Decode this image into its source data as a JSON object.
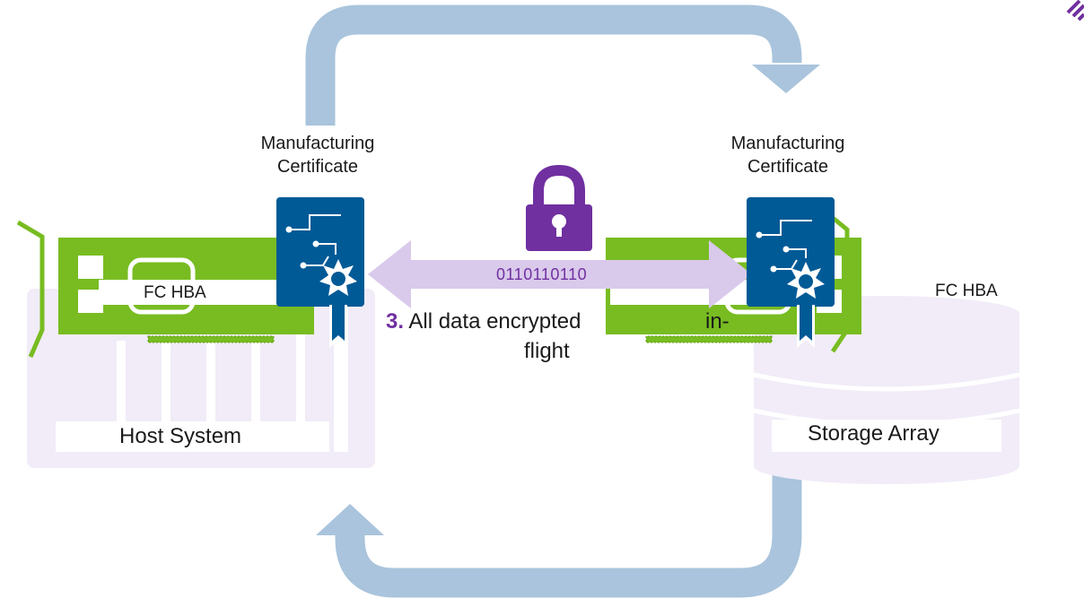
{
  "left": {
    "certificate_label_line1": "Manufacturing",
    "certificate_label_line2": "Certificate",
    "hba_label": "FC HBA",
    "system_label": "Host System"
  },
  "right": {
    "certificate_label_line1": "Manufacturing",
    "certificate_label_line2": "Certificate",
    "hba_label": "FC HBA",
    "system_label": "Storage Array"
  },
  "link": {
    "binary_text": "0110110110",
    "step_number": "3.",
    "step_text_line1": "All data encrypted",
    "step_text_hyphen": "in-",
    "step_text_line2": "flight"
  },
  "icons": [
    "lock-icon",
    "certificate-icon",
    "cycle-arrow-icon"
  ],
  "colors": {
    "hba_green": "#78bc21",
    "certificate_blue": "#005a96",
    "arrow_blue": "#a9c4dc",
    "link_lavender": "#d9c9eb",
    "lock_purple": "#7030a0",
    "system_lavender": "#f1ecf8"
  }
}
